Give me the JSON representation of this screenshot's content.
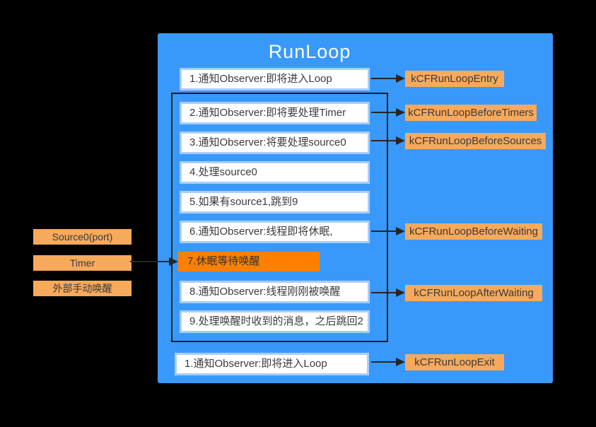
{
  "title": "RunLoop",
  "steps": [
    {
      "label": "1.通知Observer:即将进入Loop"
    },
    {
      "label": "2.通知Observer:即将要处理Timer"
    },
    {
      "label": "3.通知Observer:将要处理source0"
    },
    {
      "label": "4.处理source0"
    },
    {
      "label": "5.如果有source1,跳到9"
    },
    {
      "label": "6.通知Observer:线程即将休眠,"
    },
    {
      "label": "7.休眠等待唤醒"
    },
    {
      "label": "8.通知Observer:线程刚刚被唤醒"
    },
    {
      "label": "9.处理唤醒时收到的消息，之后跳回2"
    },
    {
      "label": "1.通知Observer:即将进入Loop"
    }
  ],
  "observers": [
    {
      "label": "kCFRunLoopEntry"
    },
    {
      "label": "kCFRunLoopBeforeTimers"
    },
    {
      "label": "kCFRunLoopBeforeSources"
    },
    {
      "label": "kCFRunLoopBeforeWaiting"
    },
    {
      "label": "kCFRunLoopAfterWaiting"
    },
    {
      "label": "kCFRunLoopExit"
    }
  ],
  "sources": [
    {
      "label": "Source0(port)"
    },
    {
      "label": "Timer"
    },
    {
      "label": "外部手动唤醒"
    }
  ],
  "colors": {
    "panel_blue": "#3999FA",
    "label_orange": "#F7A95C",
    "highlight_orange": "#FF8000",
    "arrow_dark": "#262626"
  }
}
